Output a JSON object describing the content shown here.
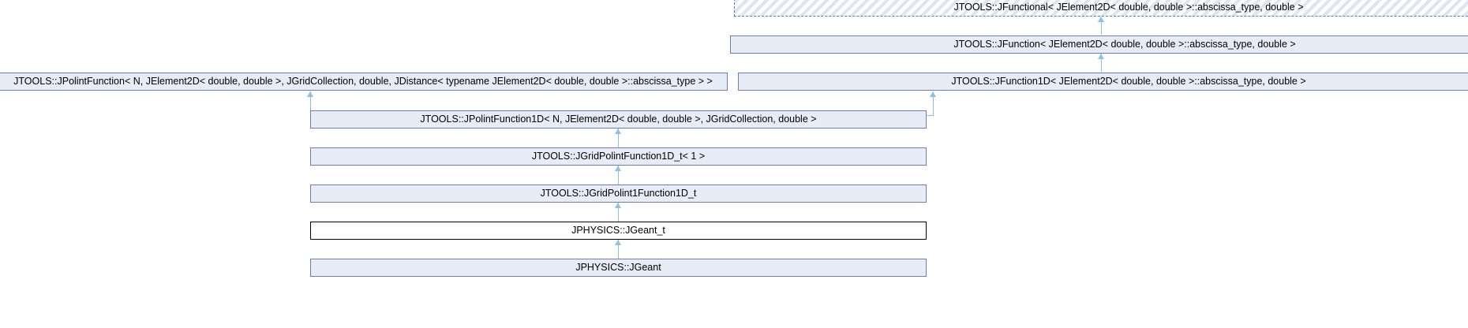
{
  "diagram": {
    "type": "class-inheritance-graph",
    "title": "JPHYSICS::JGeant_t inheritance diagram",
    "colors": {
      "node_fill": "#e7ecf7",
      "node_border": "#6b7fb5",
      "current_fill": "#ffffff",
      "current_border": "#000000",
      "abstract_border": "#5577bb",
      "edge": "#8cc2e0",
      "background": "#ffffff"
    },
    "nodes": [
      {
        "id": "jfunctional",
        "label": "JTOOLS::JFunctional< JElement2D< double, double >::abscissa_type, double >",
        "style": "abstract"
      },
      {
        "id": "jfunction",
        "label": "JTOOLS::JFunction< JElement2D< double, double >::abscissa_type, double >",
        "style": "normal"
      },
      {
        "id": "jpolintfunction",
        "label": "JTOOLS::JPolintFunction< N, JElement2D< double, double >, JGridCollection, double, JDistance< typename JElement2D< double, double >::abscissa_type > >",
        "style": "normal"
      },
      {
        "id": "jfunction1d",
        "label": "JTOOLS::JFunction1D< JElement2D< double, double >::abscissa_type, double >",
        "style": "normal"
      },
      {
        "id": "jpolintfunction1d",
        "label": "JTOOLS::JPolintFunction1D< N, JElement2D< double, double >, JGridCollection, double >",
        "style": "normal"
      },
      {
        "id": "jgridpolintfunction1d_t",
        "label": "JTOOLS::JGridPolintFunction1D_t< 1 >",
        "style": "normal"
      },
      {
        "id": "jgridpolint1function1d_t",
        "label": "JTOOLS::JGridPolint1Function1D_t",
        "style": "normal"
      },
      {
        "id": "jgeant_t",
        "label": "JPHYSICS::JGeant_t",
        "style": "current"
      },
      {
        "id": "jgeant",
        "label": "JPHYSICS::JGeant",
        "style": "normal"
      }
    ],
    "edges": [
      {
        "from": "jfunction",
        "to": "jfunctional"
      },
      {
        "from": "jfunction1d",
        "to": "jfunction"
      },
      {
        "from": "jpolintfunction1d",
        "to": "jpolintfunction"
      },
      {
        "from": "jpolintfunction1d",
        "to": "jfunction1d"
      },
      {
        "from": "jgridpolintfunction1d_t",
        "to": "jpolintfunction1d"
      },
      {
        "from": "jgridpolint1function1d_t",
        "to": "jgridpolintfunction1d_t"
      },
      {
        "from": "jgeant_t",
        "to": "jgridpolint1function1d_t"
      },
      {
        "from": "jgeant",
        "to": "jgeant_t"
      }
    ]
  }
}
